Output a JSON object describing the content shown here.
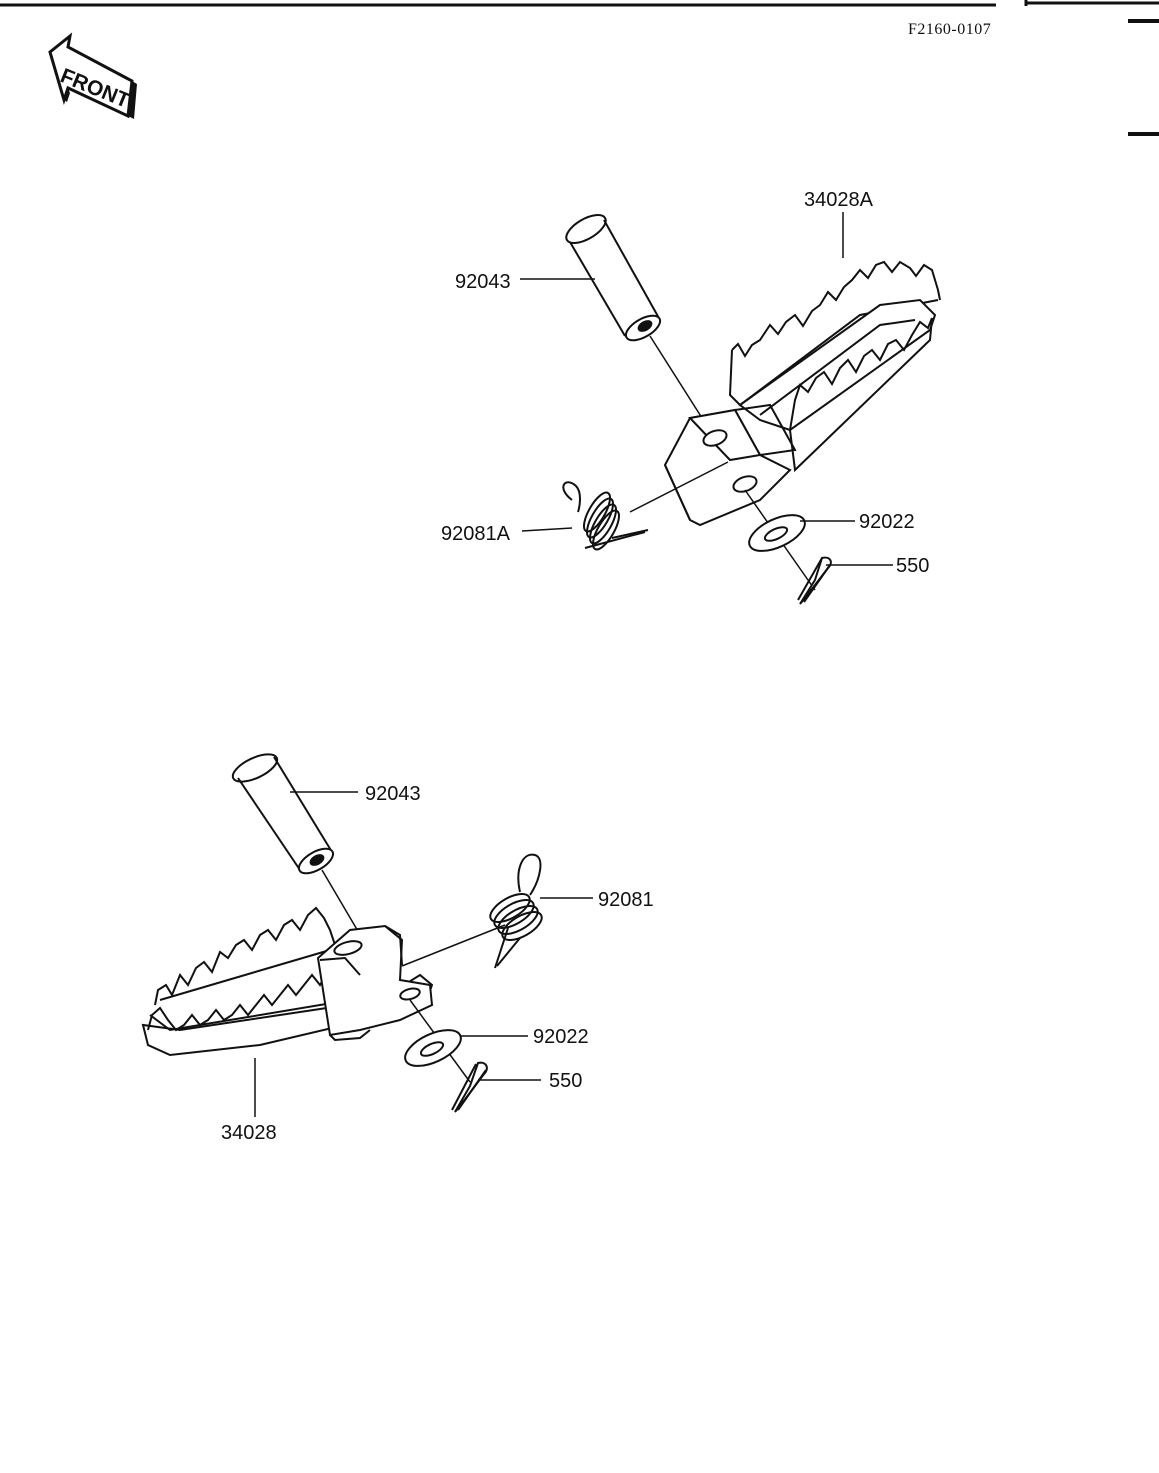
{
  "diagram": {
    "code": "F2160-0107",
    "front_label": "FRONT",
    "upper_assembly": {
      "labels": {
        "footpeg": "34028A",
        "pin": "92043",
        "spring": "92081A",
        "washer": "92022",
        "cotter_pin": "550"
      }
    },
    "lower_assembly": {
      "labels": {
        "pin": "92043",
        "spring": "92081",
        "washer": "92022",
        "cotter_pin": "550",
        "footpeg": "34028"
      }
    }
  },
  "colors": {
    "ink": "#111111",
    "paper": "#ffffff"
  }
}
